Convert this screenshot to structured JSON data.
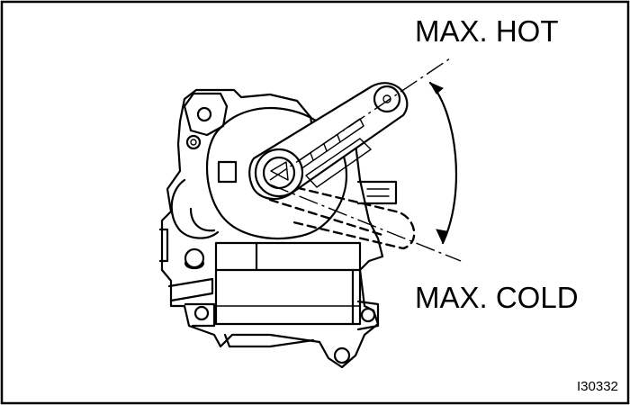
{
  "labels": {
    "max_hot": "MAX. HOT",
    "max_cold": "MAX. COLD",
    "figure_code": "I30332"
  },
  "colors": {
    "ink": "#000000",
    "paper": "#ffffff"
  }
}
